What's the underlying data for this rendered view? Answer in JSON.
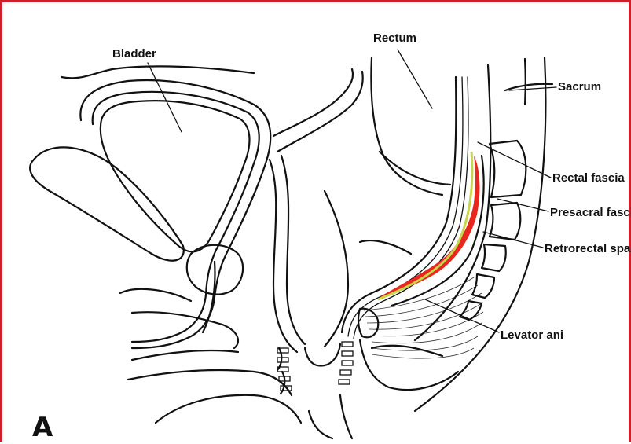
{
  "labels": {
    "bladder": "Bladder",
    "rectum": "Rectum",
    "sacrum": "Sacrum",
    "rectal_fascia": "Rectal fascia",
    "presacral_fascia": "Presacral fascia",
    "retrorectal_space": "Retrorectal space",
    "levator_ani": "Levator ani"
  },
  "panel_label": "A",
  "colors": {
    "frame": "#d01f2a",
    "retrorectal_space_fill": "#e8281e",
    "rectal_fascia_highlight": "#c9d64a",
    "line": "#111111"
  }
}
